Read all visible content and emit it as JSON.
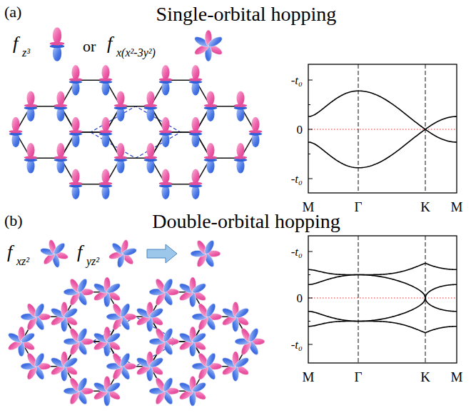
{
  "diagram": {
    "labels": [
      "(a)",
      "Single-orbital hopping",
      "f",
      "z³",
      "or",
      "f",
      "x(x²-3y²)",
      "-t₀",
      "0",
      "-t₀",
      "M",
      "Γ",
      "K",
      "M",
      "(b)",
      "Double-orbital hopping",
      "f",
      "xz²",
      "f",
      "yz²",
      "-t₀",
      "0",
      "-t₀",
      "M",
      "Γ",
      "K",
      "M"
    ]
  }
}
